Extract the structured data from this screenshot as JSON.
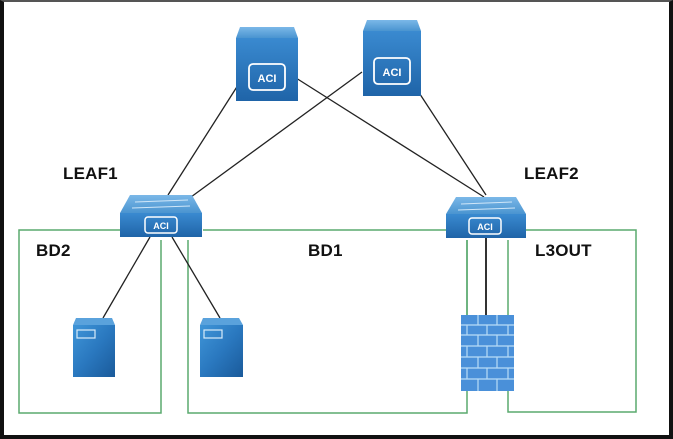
{
  "diagram": {
    "title": "ACI topology",
    "colors": {
      "link": "#222222",
      "bd_boundary": "#5aaa6e",
      "device_blue": "#2f7fc0",
      "firewall": "#4a90d9"
    },
    "nodes": {
      "spine1": {
        "label": "ACI",
        "type": "spine"
      },
      "spine2": {
        "label": "ACI",
        "type": "spine"
      },
      "leaf1": {
        "label": "ACI",
        "type": "leaf",
        "name": "LEAF1"
      },
      "leaf2": {
        "label": "ACI",
        "type": "leaf",
        "name": "LEAF2"
      },
      "server1": {
        "type": "server"
      },
      "server2": {
        "type": "server"
      },
      "firewall": {
        "type": "firewall"
      }
    },
    "labels": {
      "leaf1": "LEAF1",
      "leaf2": "LEAF2",
      "bd2": "BD2",
      "bd1": "BD1",
      "l3out": "L3OUT"
    },
    "links": [
      [
        "spine1",
        "leaf1"
      ],
      [
        "spine1",
        "leaf2"
      ],
      [
        "spine2",
        "leaf1"
      ],
      [
        "spine2",
        "leaf2"
      ],
      [
        "leaf1",
        "server1"
      ],
      [
        "leaf1",
        "server2"
      ],
      [
        "leaf2",
        "firewall"
      ]
    ],
    "zones": [
      "BD2",
      "BD1",
      "L3OUT"
    ]
  }
}
